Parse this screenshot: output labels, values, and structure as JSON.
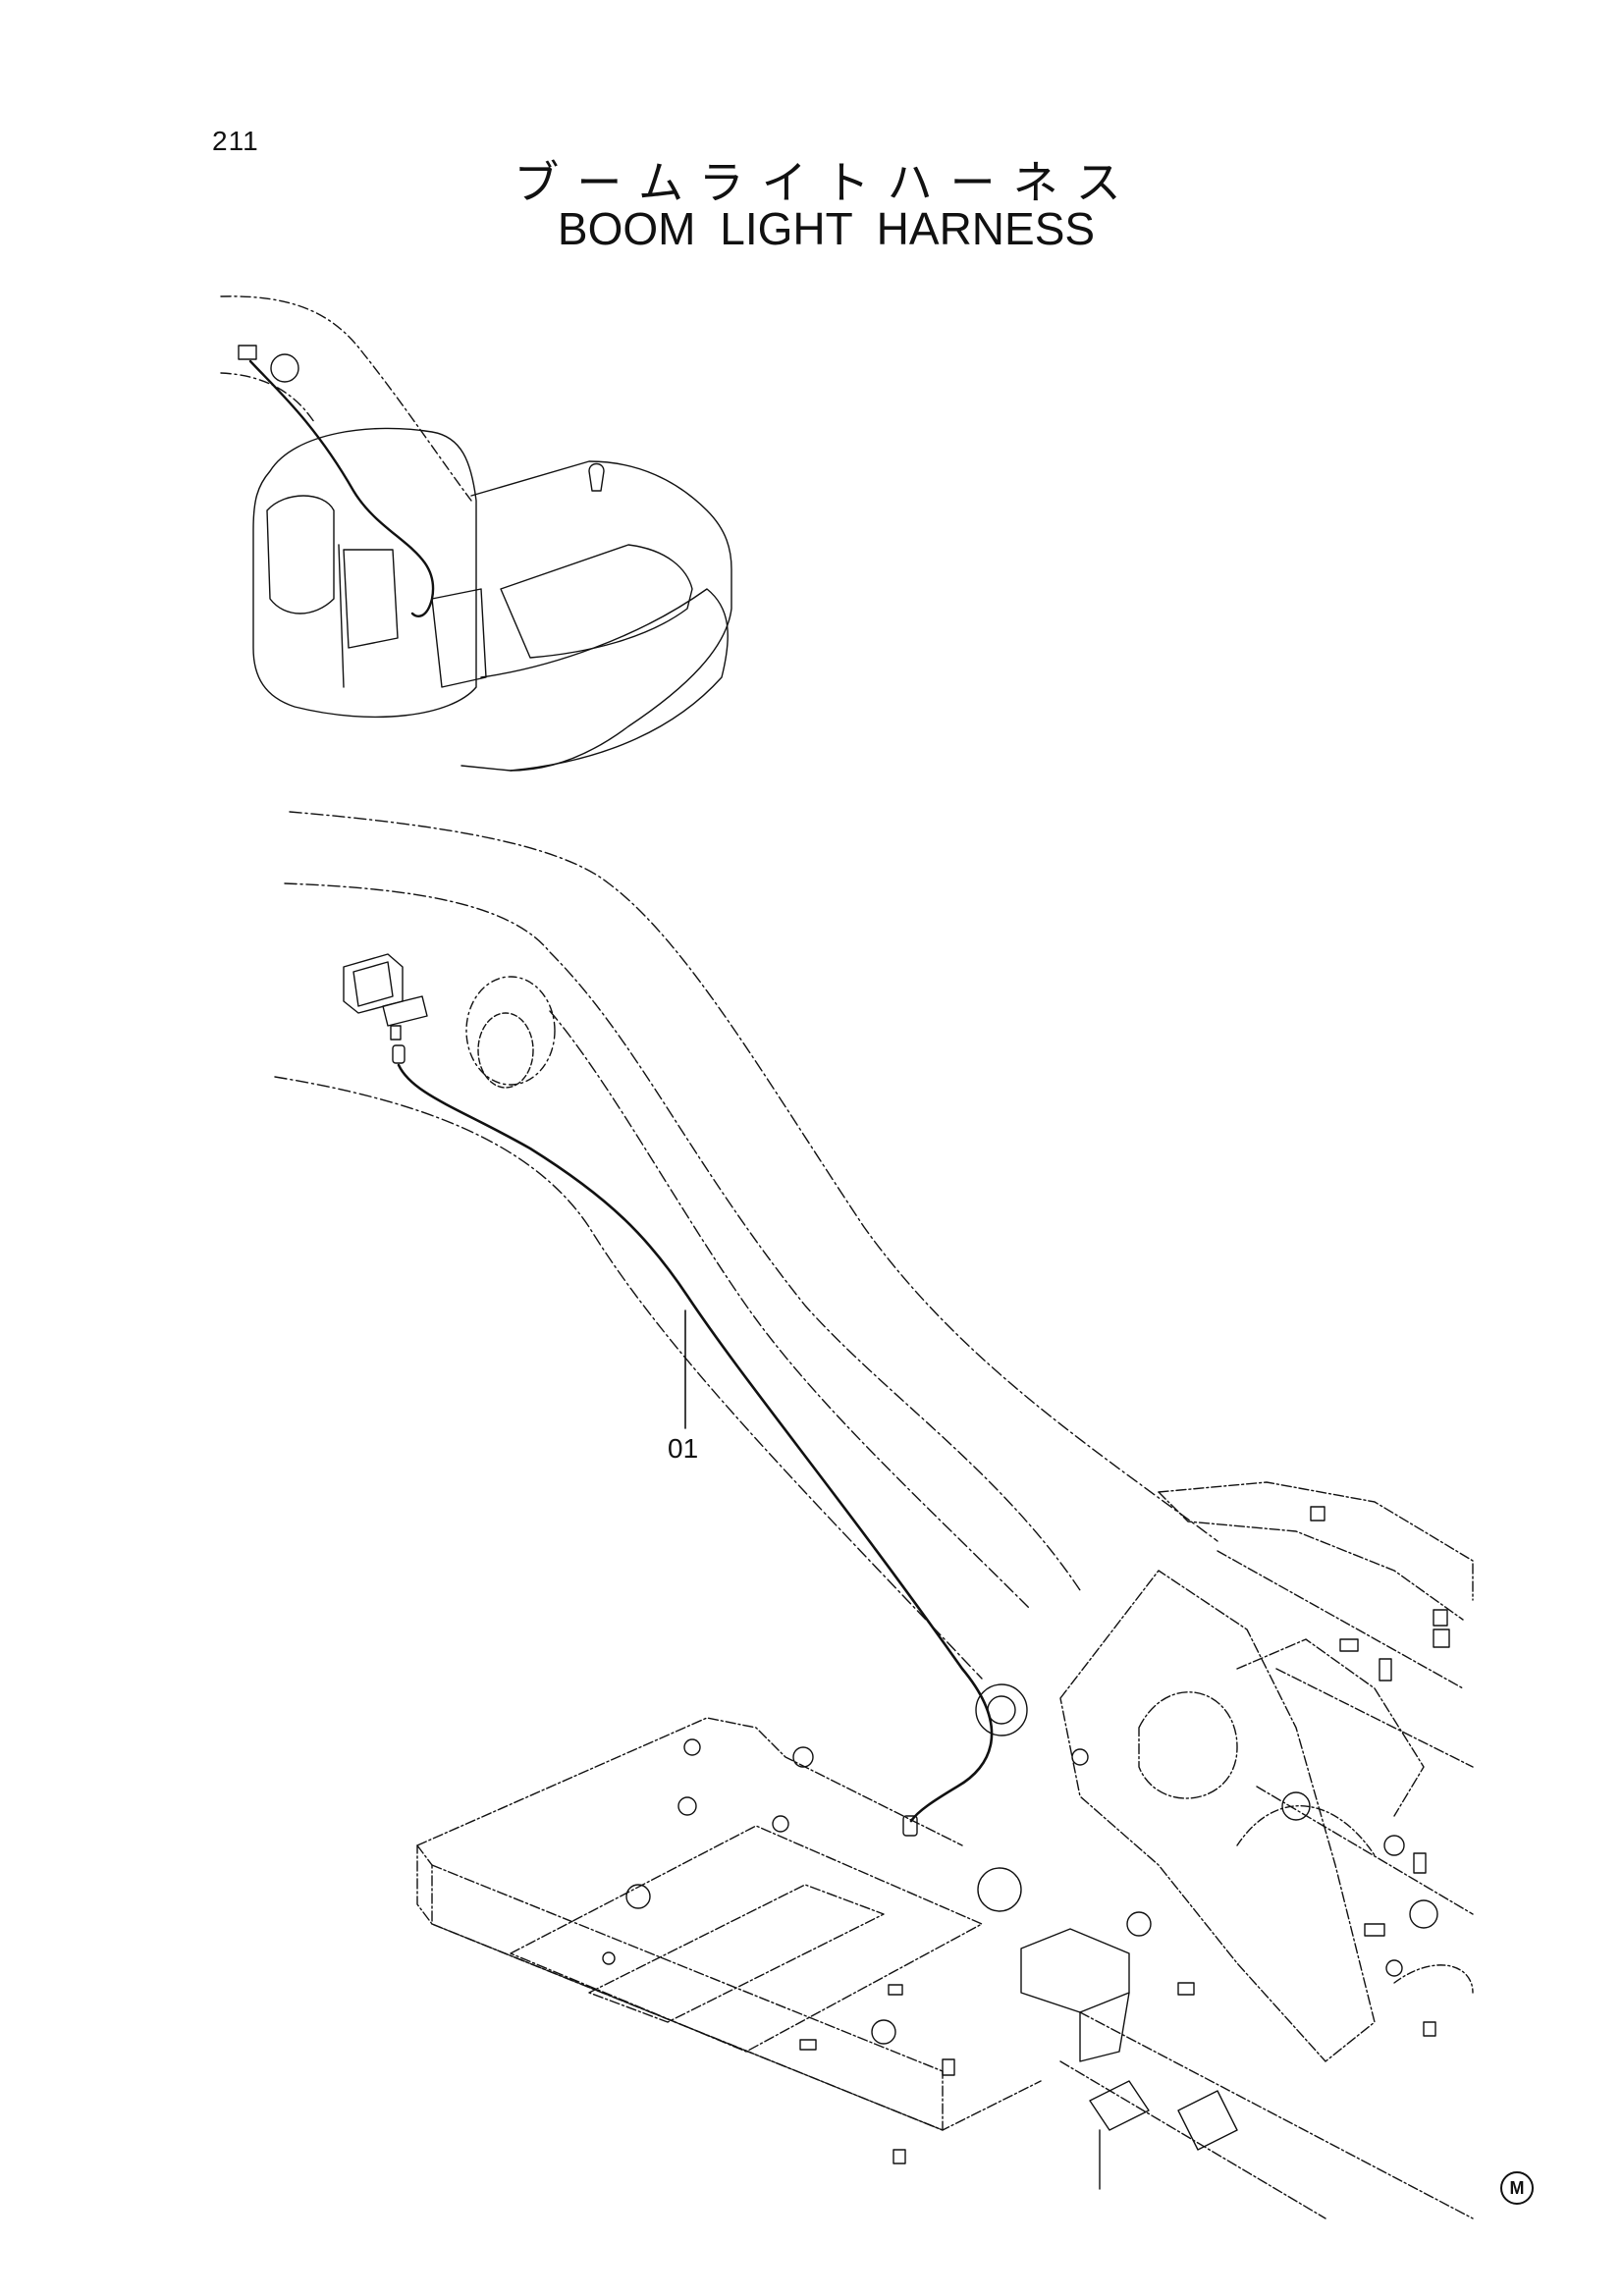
{
  "page": {
    "number": "211",
    "title_jp": "ブームライトハーネス",
    "title_en": "BOOM LIGHT HARNESS"
  },
  "callouts": [
    {
      "label": "01"
    }
  ],
  "marks": {
    "manufacturer": "M"
  },
  "colors": {
    "line": "#111111",
    "background": "#ffffff"
  }
}
